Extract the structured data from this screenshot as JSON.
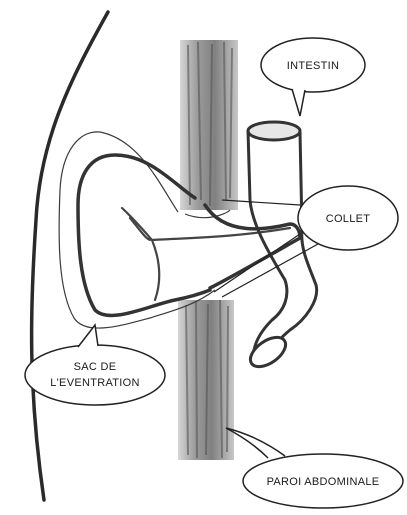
{
  "labels": {
    "intestin": "INTESTIN",
    "collet": "COLLET",
    "sac_line1": "SAC DE",
    "sac_line2": "L'EVENTRATION",
    "paroi": "PAROI ABDOMINALE"
  }
}
